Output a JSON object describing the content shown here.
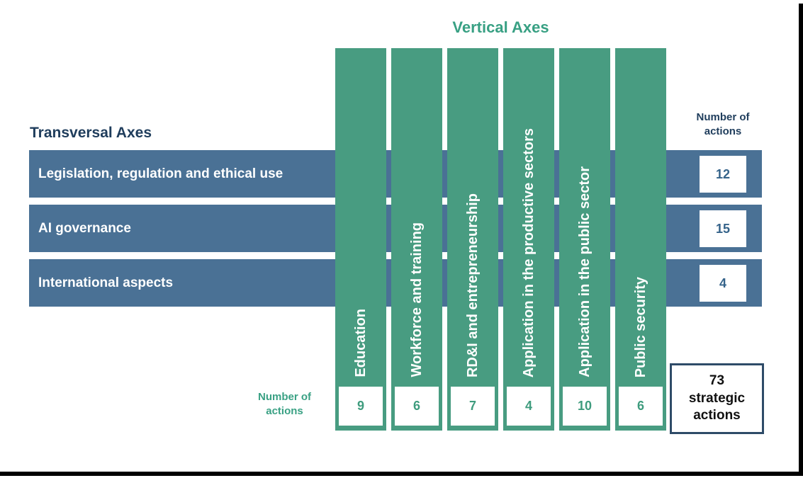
{
  "vertical_axes_title": "Vertical Axes",
  "transversal_axes_title": "Transversal Axes",
  "number_of_actions_right": "Number of\nactions",
  "number_of_actions_bottom": "Number of\nactions",
  "rows": [
    {
      "label": "Legislation, regulation and ethical use",
      "actions": "12"
    },
    {
      "label": "AI governance",
      "actions": "15"
    },
    {
      "label": "International aspects",
      "actions": "4"
    }
  ],
  "columns": [
    {
      "label": "Education",
      "actions": "9"
    },
    {
      "label": "Workforce and training",
      "actions": "6"
    },
    {
      "label": "RD&I and entrepreneurship",
      "actions": "7"
    },
    {
      "label": "Application in the productive sectors",
      "actions": "4"
    },
    {
      "label": "Application in the public sector",
      "actions": "10"
    },
    {
      "label": "Public security",
      "actions": "6"
    }
  ],
  "total_box_text": "73\nstrategic\nactions",
  "colors": {
    "column_green": "#489c81",
    "row_blue": "#4a7195",
    "navy_text": "#1f3d5c",
    "green_text": "#3aa184",
    "row_number_text": "#35638a",
    "total_border": "#2e4b68",
    "frame_black": "#000000"
  }
}
